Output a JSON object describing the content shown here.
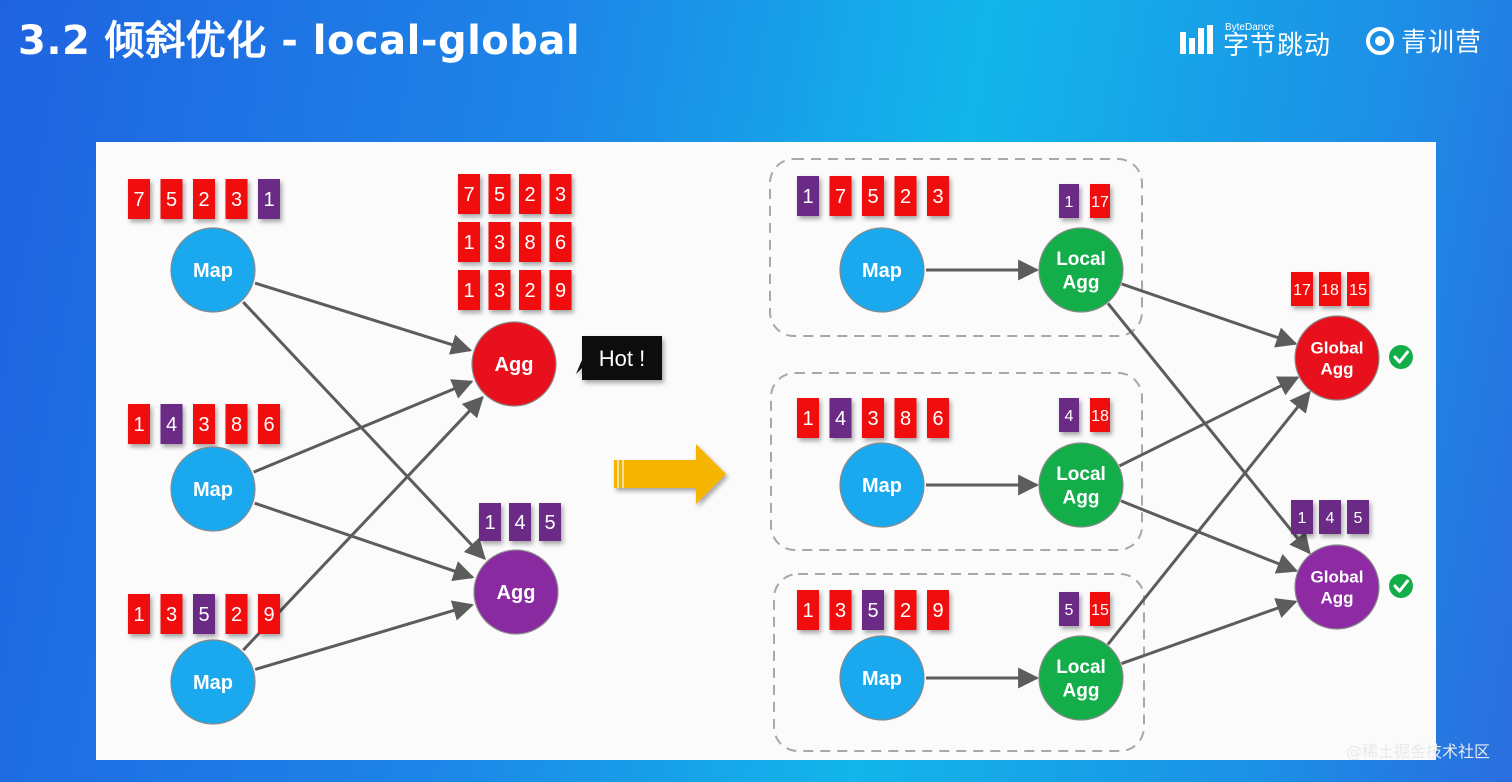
{
  "header": {
    "title": "3.2 倾斜优化 - local-global",
    "brand_small": "ByteDance",
    "brand_name": "字节跳动",
    "program_name": "青训营"
  },
  "watermark": "@稀土掘金技术社区",
  "colors": {
    "red": "#f10f0f",
    "purple": "#6a2a86",
    "map_blue": "#1aa9ef",
    "local_green": "#13ae4a",
    "global_red": "#e8101c",
    "global_purple": "#8e2aa3",
    "agg_purple": "#8a2aa0",
    "arrow_gold": "#f5b400",
    "check_green": "#13ae4a"
  },
  "left": {
    "maps": [
      {
        "label": "Map",
        "blocks": [
          {
            "v": "7",
            "c": "red"
          },
          {
            "v": "5",
            "c": "red"
          },
          {
            "v": "2",
            "c": "red"
          },
          {
            "v": "3",
            "c": "red"
          },
          {
            "v": "1",
            "c": "purple"
          }
        ]
      },
      {
        "label": "Map",
        "blocks": [
          {
            "v": "1",
            "c": "red"
          },
          {
            "v": "4",
            "c": "purple"
          },
          {
            "v": "3",
            "c": "red"
          },
          {
            "v": "8",
            "c": "red"
          },
          {
            "v": "6",
            "c": "red"
          }
        ]
      },
      {
        "label": "Map",
        "blocks": [
          {
            "v": "1",
            "c": "red"
          },
          {
            "v": "3",
            "c": "red"
          },
          {
            "v": "5",
            "c": "purple"
          },
          {
            "v": "2",
            "c": "red"
          },
          {
            "v": "9",
            "c": "red"
          }
        ]
      }
    ],
    "aggs": [
      {
        "label": "Agg",
        "color": "red",
        "rows": [
          [
            "7",
            "5",
            "2",
            "3"
          ],
          [
            "1",
            "3",
            "8",
            "6"
          ],
          [
            "1",
            "3",
            "2",
            "9"
          ]
        ],
        "block_color": "red"
      },
      {
        "label": "Agg",
        "color": "purple",
        "rows": [
          [
            "1",
            "4",
            "5"
          ]
        ],
        "block_color": "purple"
      }
    ],
    "hot_label": "Hot !"
  },
  "right": {
    "groups": [
      {
        "map_label": "Map",
        "local_label": [
          "Local",
          "Agg"
        ],
        "blocks": [
          {
            "v": "1",
            "c": "purple"
          },
          {
            "v": "7",
            "c": "red"
          },
          {
            "v": "5",
            "c": "red"
          },
          {
            "v": "2",
            "c": "red"
          },
          {
            "v": "3",
            "c": "red"
          }
        ],
        "partial": [
          {
            "v": "1",
            "c": "purple"
          },
          {
            "v": "17",
            "c": "red"
          }
        ]
      },
      {
        "map_label": "Map",
        "local_label": [
          "Local",
          "Agg"
        ],
        "blocks": [
          {
            "v": "1",
            "c": "red"
          },
          {
            "v": "4",
            "c": "purple"
          },
          {
            "v": "3",
            "c": "red"
          },
          {
            "v": "8",
            "c": "red"
          },
          {
            "v": "6",
            "c": "red"
          }
        ],
        "partial": [
          {
            "v": "4",
            "c": "purple"
          },
          {
            "v": "18",
            "c": "red"
          }
        ]
      },
      {
        "map_label": "Map",
        "local_label": [
          "Local",
          "Agg"
        ],
        "blocks": [
          {
            "v": "1",
            "c": "red"
          },
          {
            "v": "3",
            "c": "red"
          },
          {
            "v": "5",
            "c": "purple"
          },
          {
            "v": "2",
            "c": "red"
          },
          {
            "v": "9",
            "c": "red"
          }
        ],
        "partial": [
          {
            "v": "5",
            "c": "purple"
          },
          {
            "v": "15",
            "c": "red"
          }
        ]
      }
    ],
    "globals": [
      {
        "label": [
          "Global",
          "Agg"
        ],
        "color": "red",
        "blocks": [
          "17",
          "18",
          "15"
        ],
        "block_color": "red",
        "status": "check-icon"
      },
      {
        "label": [
          "Global",
          "Agg"
        ],
        "color": "purple",
        "blocks": [
          "1",
          "4",
          "5"
        ],
        "block_color": "purple",
        "status": "check-icon"
      }
    ]
  }
}
